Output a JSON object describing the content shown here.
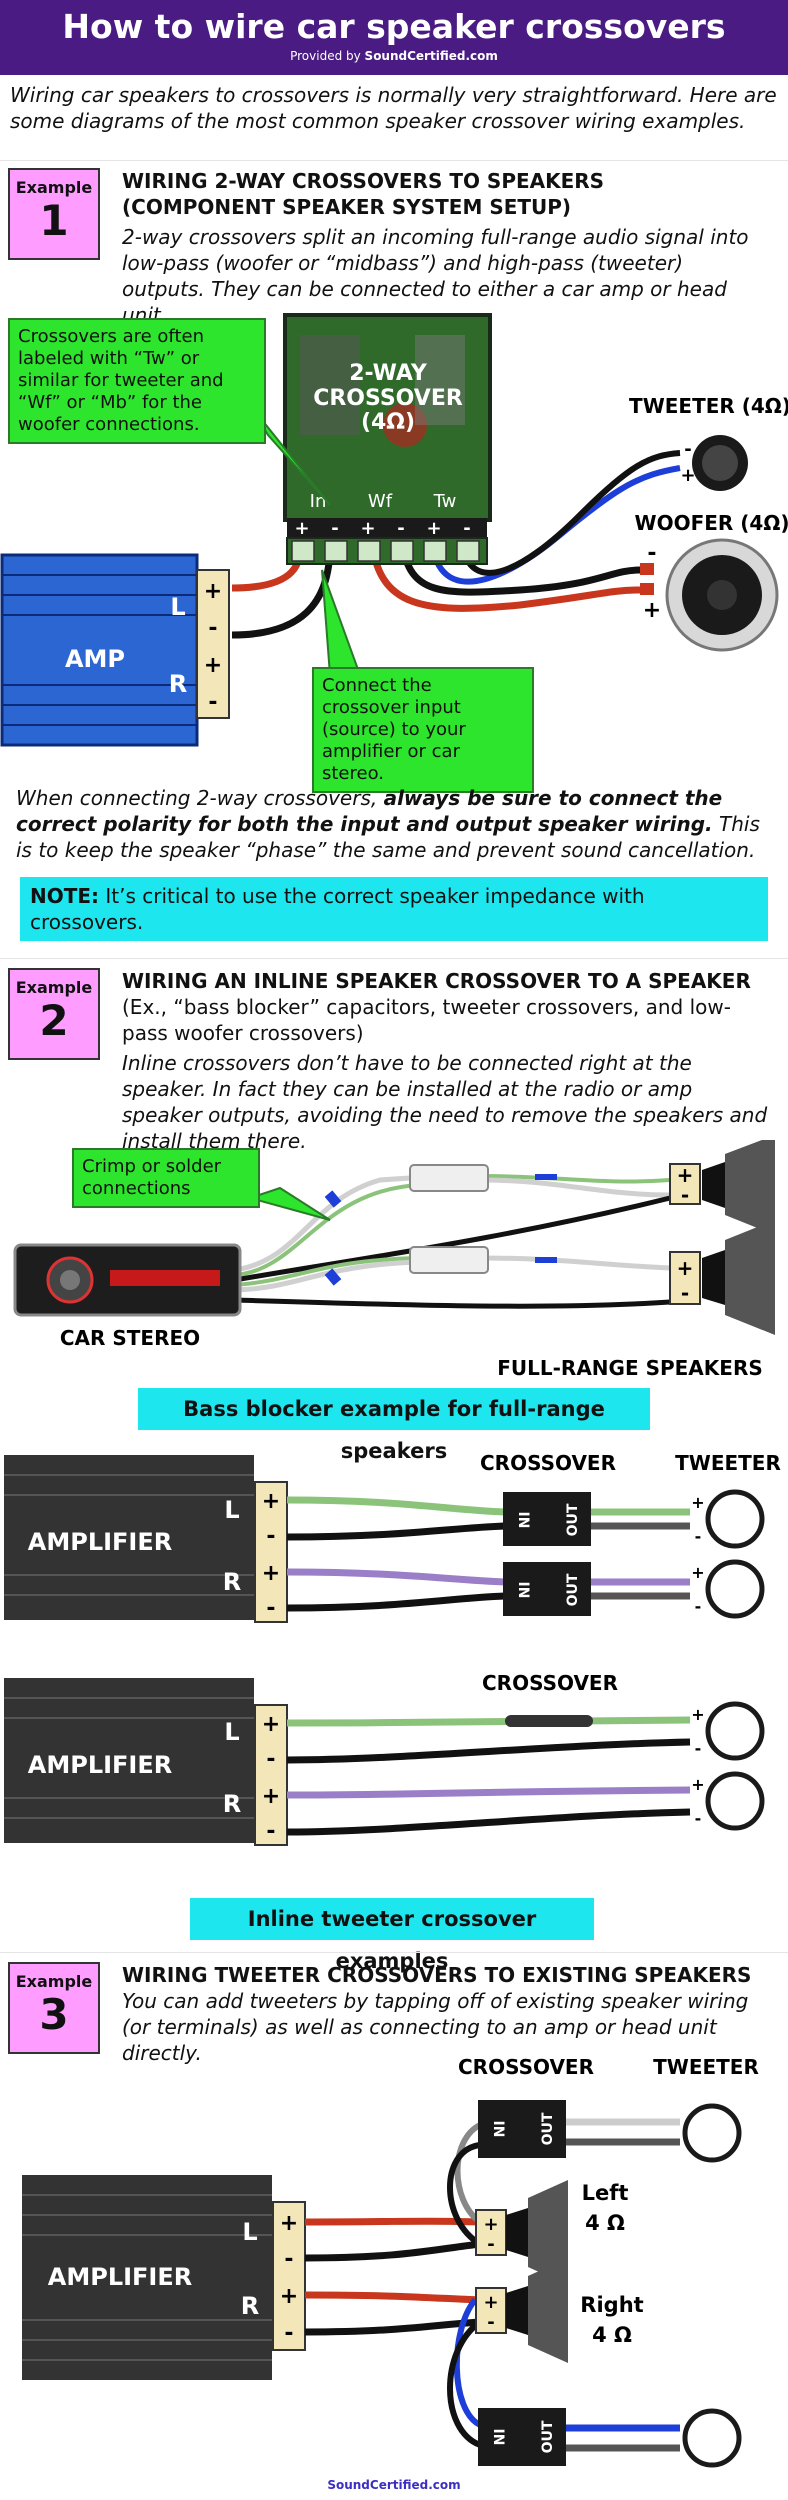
{
  "header": {
    "title": "How to wire car speaker crossovers",
    "subtitle_prefix": "Provided by ",
    "subtitle_brand": "SoundCertified.com"
  },
  "intro": "Wiring car speakers to crossovers is normally very straightforward. Here are some diagrams of the most common speaker crossover wiring examples.",
  "example_word": "Example",
  "ex1": {
    "number": "1",
    "heading": "WIRING 2-WAY CROSSOVERS TO SPEAKERS (COMPONENT SPEAKER SYSTEM SETUP)",
    "desc": "2-way crossovers split an incoming full-range audio signal into low-pass (woofer or “midbass”) and high-pass (tweeter) outputs. They can be connected to either a car amp or head unit.",
    "callout_labels": "Crossovers are often labeled with “Tw” or similar for tweeter and “Wf” or “Mb” for the woofer connections.",
    "callout_input": "Connect the crossover input (source) to your amplifier or car stereo.",
    "crossover_title_1": "2-WAY",
    "crossover_title_2": "CROSSOVER",
    "crossover_title_3": "(4Ω)",
    "term_in": "In",
    "term_wf": "Wf",
    "term_tw": "Tw",
    "amp": "AMP",
    "tweeter": "TWEETER (4Ω)",
    "woofer": "WOOFER (4Ω)",
    "para_start": "When connecting 2-way crossovers, ",
    "para_bold": "always be sure to connect the correct polarity for both the input and output speaker wiring.",
    "para_end": " This is to keep the speaker “phase” the same and prevent sound cancellation.",
    "note_bold": "NOTE:",
    "note_text": " It’s critical to use the correct speaker impedance with crossovers."
  },
  "ex2": {
    "number": "2",
    "heading": "WIRING AN INLINE SPEAKER CROSSOVER TO A SPEAKER",
    "heading_extra": " (Ex., “bass blocker” capacitors, tweeter crossovers, and low-pass woofer crossovers)",
    "desc": "Inline crossovers don’t have to be connected right at the speaker. In fact they can be installed at the radio or amp speaker outputs, avoiding the need to remove the speakers and install them there.",
    "callout": "Crimp or solder connections",
    "car_stereo": "CAR STEREO",
    "full_range": "FULL-RANGE SPEAKERS",
    "caption_bass": "Bass blocker example for full-range speakers",
    "crossover": "CROSSOVER",
    "tweeter": "TWEETER",
    "amplifier": "AMPLIFIER",
    "caption_inline": "Inline tweeter crossover examples"
  },
  "ex3": {
    "number": "3",
    "heading": "WIRING TWEETER CROSSOVERS TO EXISTING SPEAKERS",
    "desc": "You can add tweeters by tapping off of existing speaker wiring (or terminals) as well as connecting to an amp or head unit directly.",
    "crossover": "CROSSOVER",
    "tweeter": "TWEETER",
    "amplifier": "AMPLIFIER",
    "left": "Left",
    "right": "Right",
    "ohm": "4 Ω"
  },
  "common": {
    "L": "L",
    "R": "R",
    "plus": "+",
    "minus": "-",
    "in": "IN",
    "out": "OUT"
  },
  "colors": {
    "header_bg": "#4a1b83",
    "example_badge": "#ff9cff",
    "callout_green": "#2ce52c",
    "note_cyan": "#1de6ee",
    "wire_red": "#c8371d",
    "wire_blue": "#1e3ed8",
    "wire_green": "#8cc37a",
    "wire_purple": "#9a7fc8"
  },
  "footer": "SoundCertified.com"
}
